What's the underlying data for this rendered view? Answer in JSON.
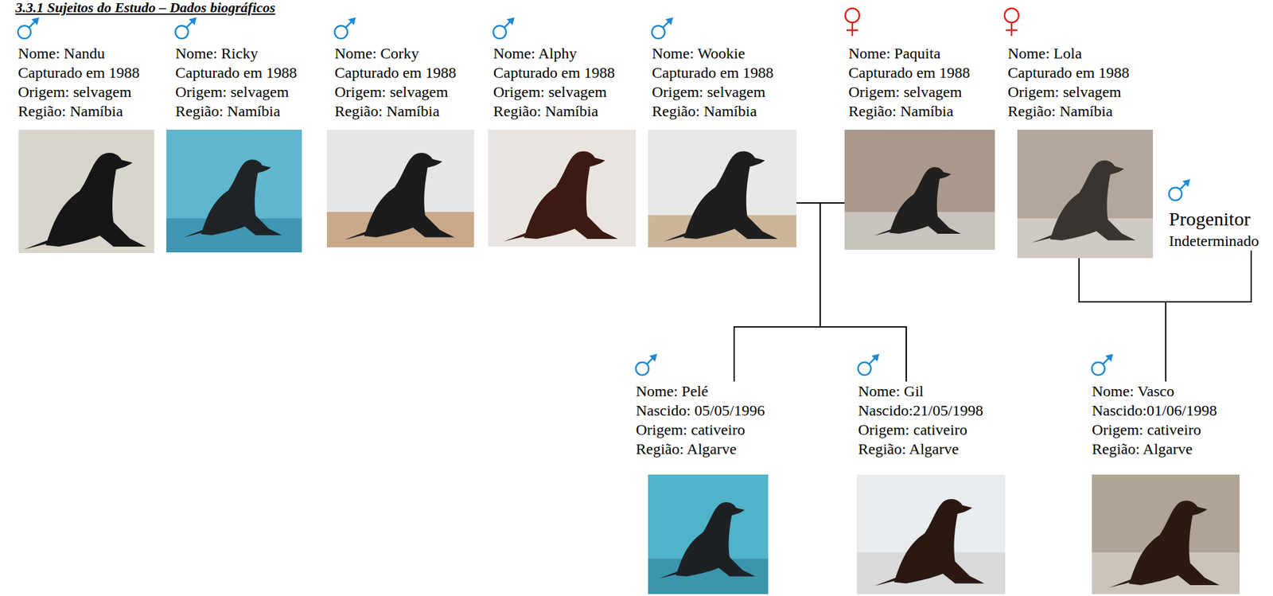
{
  "diagram": {
    "title": "3.3.1 Sujeitos do Estudo – Dados biográficos",
    "nodes": [
      {
        "text": [
          "Nome: Nandu",
          "Capturado em 1988",
          "Origem: selvagem",
          "Região: Namíbia"
        ]
      },
      {
        "text": [
          "Nome: Ricky",
          "Capturado em 1988",
          "Origem: selvagem",
          "Região: Namíbia"
        ]
      },
      {
        "text": [
          "Nome: Corky",
          "Capturado em 1988",
          "Origem: selvagem",
          "Região: Namíbia"
        ]
      },
      {
        "text": [
          "Nome: Alphy",
          "Capturado em 1988",
          "Origem: selvagem",
          "Região: Namíbia"
        ]
      },
      {
        "text": [
          "Nome: Wookie",
          "Capturado em 1988",
          "Origem: selvagem",
          "Região: Namíbia"
        ]
      },
      {
        "text": [
          "Nome: Paquita",
          "Capturado em 1988",
          "Origem: selvagem",
          "Região: Namíbia"
        ]
      },
      {
        "text": [
          "Nome: Lola",
          "Capturado em 1988",
          "Origem: selvagem",
          "Região: Namíbia"
        ]
      },
      {
        "text": [
          "Progenitor",
          "Indeterminado"
        ]
      },
      {
        "text": [
          "Nome: Pelé",
          "Nascido: 05/05/1996",
          "Origem: cativeiro",
          "Região: Algarve"
        ]
      },
      {
        "text": [
          "Nome: Gil",
          "Nascido:21/05/1998",
          "Origem: cativeiro",
          "Região: Algarve"
        ]
      },
      {
        "text": [
          "Nome: Vasco",
          "Nascido:01/06/1998",
          "Origem: cativeiro",
          "Região: Algarve"
        ]
      }
    ],
    "edges": [
      {
        "from": 4,
        "to": 8,
        "arrow": "none"
      },
      {
        "from": 4,
        "to": 9,
        "arrow": "none"
      },
      {
        "from": 5,
        "to": 8,
        "arrow": "none"
      },
      {
        "from": 5,
        "to": 9,
        "arrow": "none"
      },
      {
        "from": 6,
        "to": 10,
        "arrow": "none"
      },
      {
        "from": 7,
        "to": 10,
        "arrow": "none"
      }
    ]
  }
}
